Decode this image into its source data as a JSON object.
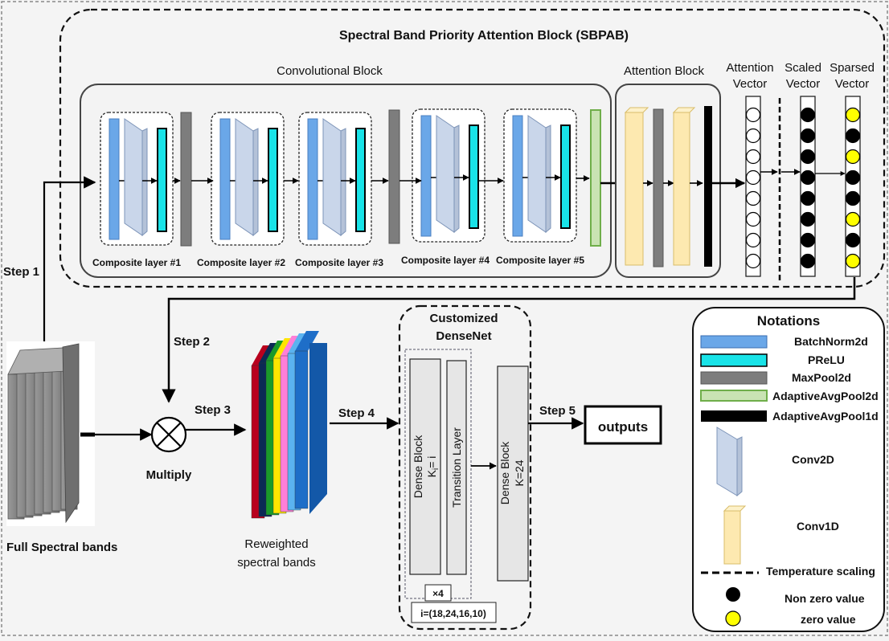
{
  "sbpab": {
    "title": "Spectral Band Priority Attention Block (SBPAB)"
  },
  "conv_block": {
    "title": "Convolutional Block",
    "composite_labels": [
      "Composite layer #1",
      "Composite layer #2",
      "Composite layer #3",
      "Composite layer #4",
      "Composite layer #5"
    ]
  },
  "attention_block": {
    "title": "Attention Block"
  },
  "vectors": {
    "attention": [
      "Attention",
      "Vector"
    ],
    "scaled": [
      "Scaled",
      "Vector"
    ],
    "sparsed": [
      "Sparsed",
      "Vector"
    ],
    "scaled_values": [
      "non-zero",
      "non-zero",
      "non-zero",
      "non-zero",
      "non-zero",
      "non-zero",
      "non-zero",
      "non-zero"
    ],
    "sparsed_values": [
      "zero",
      "non-zero",
      "zero",
      "non-zero",
      "non-zero",
      "zero",
      "non-zero",
      "zero"
    ]
  },
  "steps": {
    "s1": "Step 1",
    "s2": "Step 2",
    "s3": "Step 3",
    "s4": "Step 4",
    "s5": "Step 5"
  },
  "labels": {
    "multiply": "Multiply",
    "full_bands": "Full Spectral bands",
    "reweighted": [
      "Reweighted",
      "spectral bands"
    ],
    "outputs": "outputs"
  },
  "densenet": {
    "title": [
      "Customized",
      "DenseNet"
    ],
    "dense_block_1": [
      "Dense Block",
      "K",
      "i",
      "= i"
    ],
    "transition": "Transition Layer",
    "dense_block_2": [
      "Dense Block",
      "K=24"
    ],
    "repeat": "×4",
    "i_values": "i=(18,24,16,10)"
  },
  "notations": {
    "title": "Notations",
    "items": [
      {
        "label": "BatchNorm2d",
        "color": "#6aa7e8"
      },
      {
        "label": "PReLU",
        "color": "#19e3e8"
      },
      {
        "label": "MaxPool2d",
        "color": "#7d7d7d"
      },
      {
        "label": "AdaptiveAvgPool2d",
        "color": "#c9e3b3"
      },
      {
        "label": "AdaptiveAvgPool1d",
        "color": "#000000"
      },
      {
        "label": "Conv2D",
        "color": "#c9d6ea"
      },
      {
        "label": "Conv1D",
        "color": "#fde9b0"
      },
      {
        "label": "Temperature scaling",
        "color": "#000000"
      },
      {
        "label": "Non zero value",
        "color": "#000000"
      },
      {
        "label": "zero value",
        "color": "#ffff00"
      }
    ]
  },
  "band_colors": [
    "#b8001e",
    "#0b2a55",
    "#1a9a2a",
    "#ffe500",
    "#ff7fd8",
    "#5bb3f0",
    "#1e6ec8"
  ]
}
